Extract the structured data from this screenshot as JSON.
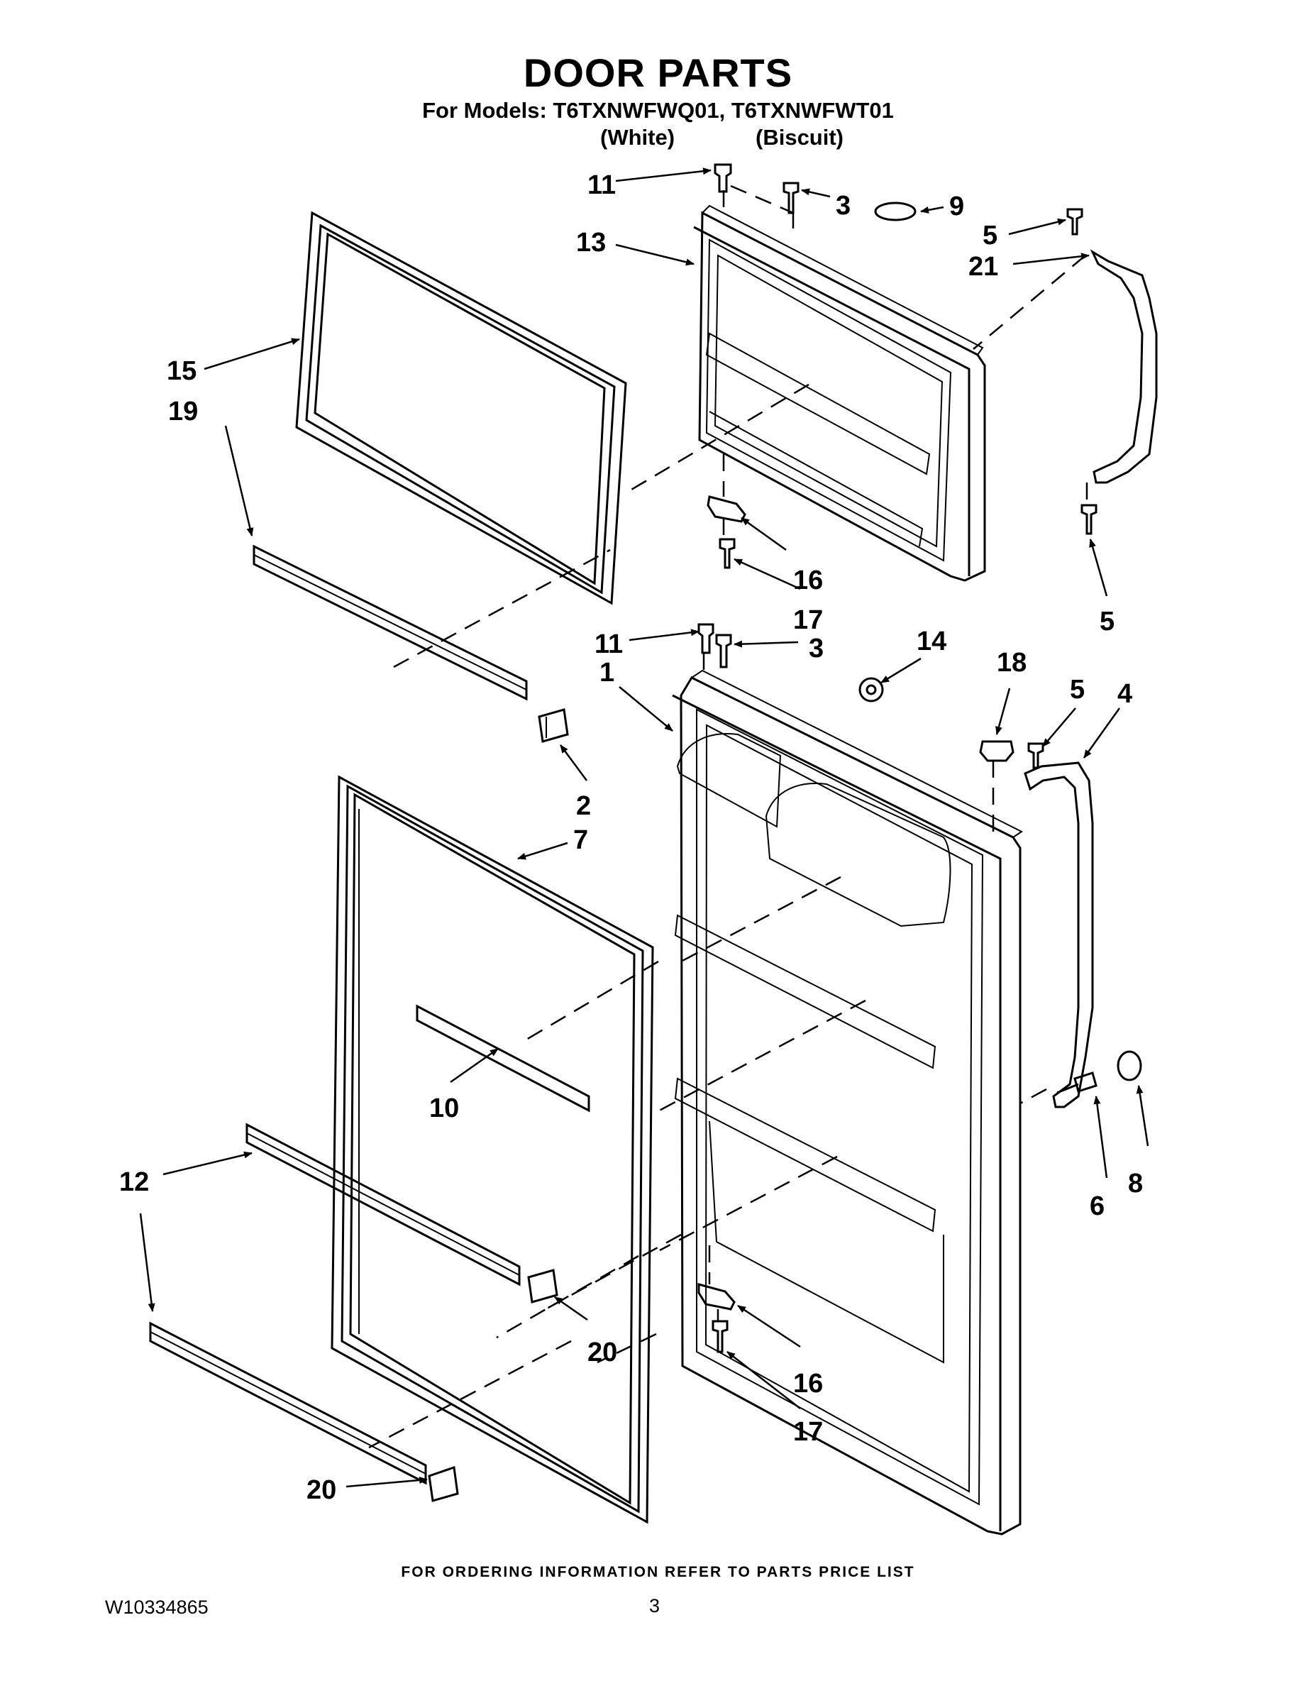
{
  "header": {
    "title": "DOOR PARTS",
    "models_line": "For Models: T6TXNWFWQ01, T6TXNWFWT01",
    "variant_white": "(White)",
    "variant_biscuit": "(Biscuit)"
  },
  "callouts": {
    "c11_top": "11",
    "c3_top": "3",
    "c9": "9",
    "c5_top": "5",
    "c21": "21",
    "c13": "13",
    "c15": "15",
    "c19": "19",
    "c16_top": "16",
    "c17_top": "17",
    "c5_mid": "5",
    "c11_mid": "11",
    "c3_mid": "3",
    "c14": "14",
    "c18": "18",
    "c1": "1",
    "c5_right": "5",
    "c4": "4",
    "c2": "2",
    "c7": "7",
    "c10": "10",
    "c12": "12",
    "c6": "6",
    "c8": "8",
    "c20_mid": "20",
    "c16_bot": "16",
    "c17_bot": "17",
    "c20_bot": "20"
  },
  "footer": {
    "ordering_note": "FOR ORDERING INFORMATION REFER TO PARTS PRICE LIST",
    "doc_number": "W10334865",
    "page_number": "3"
  }
}
